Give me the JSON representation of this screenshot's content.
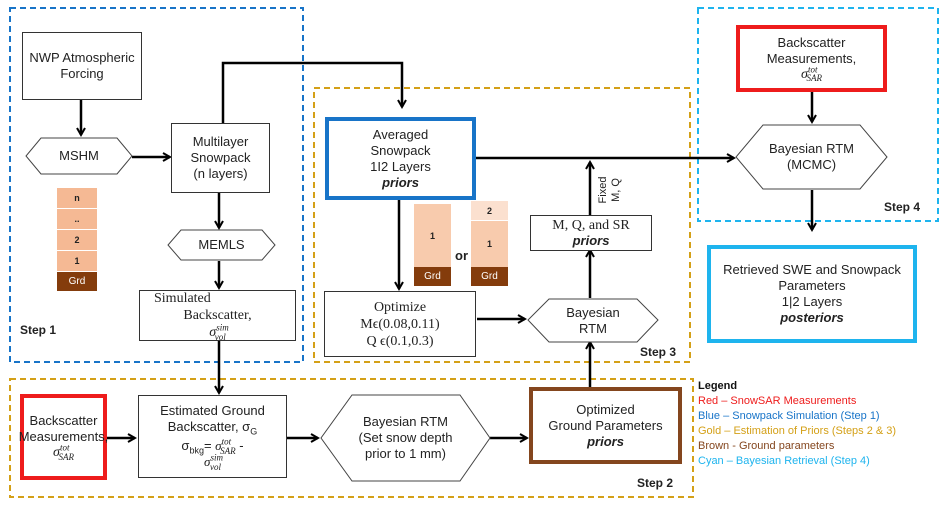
{
  "colors": {
    "red": "#ee1c1c",
    "blue": "#1874c8",
    "gold": "#d4a017",
    "brown": "#84461e",
    "cyan": "#1eb4ee",
    "layer": "#f5b994",
    "ground": "#843c0c"
  },
  "steps": {
    "step1": "Step 1",
    "step2": "Step 2",
    "step3": "Step 3",
    "step4": "Step 4"
  },
  "step1": {
    "nwp": [
      "NWP Atmospheric",
      "Forcing"
    ],
    "mshm": "MSHM",
    "multilayer": [
      "Multilayer",
      "Snowpack",
      "(n layers)"
    ],
    "memls": "MEMLS",
    "simulated": [
      "Simulated",
      "Backscatter, "
    ],
    "simulated_symbol": {
      "base": "σ",
      "sup": "sim",
      "sub": "vol"
    },
    "layers": [
      "n",
      "..",
      "2",
      "1",
      "Grd"
    ]
  },
  "step3": {
    "averaged": [
      "Averaged",
      "Snowpack",
      "1I2 Layers"
    ],
    "averaged_priors": "priors",
    "option_a": [
      "1",
      "Grd"
    ],
    "or_label": "or",
    "option_b": [
      "2",
      "1",
      "Grd"
    ],
    "optimize": [
      "Optimize",
      "Mϵ(0.08,0.11)",
      "Q ϵ(0.1,0.3)"
    ],
    "bayesian_rtm": [
      "Bayesian",
      "RTM"
    ],
    "mqsr": "M, Q, and SR",
    "mqsr_priors": "priors",
    "fixed_label": [
      "Fixed",
      "M, Q"
    ]
  },
  "step4": {
    "backscatter": [
      "Backscatter",
      "Measurements,"
    ],
    "backscatter_symbol": {
      "base": "σ",
      "sup": "tot",
      "sub": "SAR"
    },
    "bayesian_mcmc": [
      "Bayesian RTM",
      "(MCMC)"
    ],
    "retrieved": [
      "Retrieved SWE and Snowpack",
      "Parameters",
      "1|2 Layers"
    ],
    "retrieved_posteriors": "posteriors"
  },
  "step2": {
    "backscatter": [
      "Backscatter",
      "Measurements,"
    ],
    "backscatter_symbol": {
      "base": "σ",
      "sup": "tot",
      "sub": "SAR"
    },
    "estimated": [
      "Estimated Ground",
      "Backscatter, σ"
    ],
    "estimated_sub": "G",
    "estimated_eq_lhs": "σ",
    "estimated_eq_lhs_sub": "bkg",
    "estimated_eq_mid": "= ",
    "estimated_eq_minus": " - ",
    "bayesian": [
      "Bayesian RTM",
      "(Set snow depth",
      "prior to 1 mm)"
    ],
    "optimized": [
      "Optimized",
      "Ground Parameters"
    ],
    "optimized_priors": "priors"
  },
  "legend": {
    "title": "Legend",
    "items": [
      {
        "text": "Red – SnowSAR Measurements",
        "color": "#ee1c1c"
      },
      {
        "text": "Blue – Snowpack Simulation (Step 1)",
        "color": "#1874c8"
      },
      {
        "text": "Gold –  Estimation of Priors (Steps 2 & 3)",
        "color": "#d4a017"
      },
      {
        "text": "Brown - Ground parameters",
        "color": "#84461e"
      },
      {
        "text": "Cyan –  Bayesian Retrieval (Step 4)",
        "color": "#1eb4ee"
      }
    ]
  }
}
